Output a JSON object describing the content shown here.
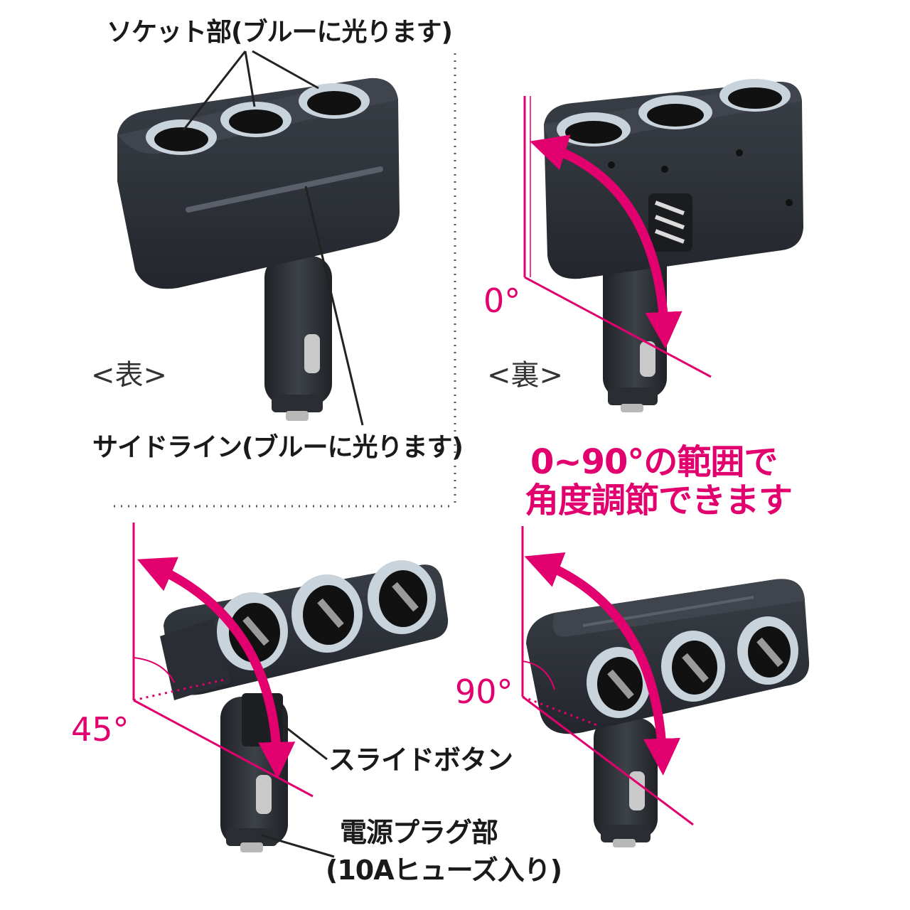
{
  "labels": {
    "socket": "ソケット部(ブルーに光ります)",
    "side_line": "サイドライン(ブルーに光ります)",
    "front": "<表>",
    "back": "<裏>",
    "slide_button": "スライドボタン",
    "power_plug": "電源プラグ部",
    "fuse": "(10Aヒューズ入り)",
    "range_line1": "0~90°の範囲で",
    "range_line2": "角度調節できます",
    "angle_0": "0°",
    "angle_45": "45°",
    "angle_90": "90°"
  },
  "colors": {
    "accent_pink": "#e2006f",
    "device_body": "#2b2f36",
    "socket_ring": "#c8d3dc",
    "text_dark": "#1a1a1a"
  },
  "icons": {
    "device": "car-socket-splitter-icon",
    "arrow": "curved-double-arrow-icon"
  }
}
